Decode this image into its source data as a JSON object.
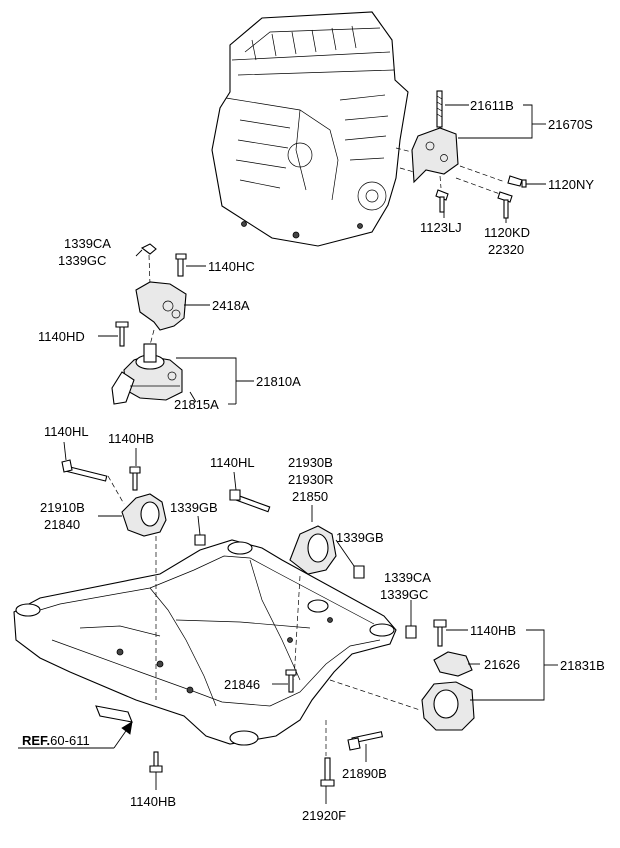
{
  "labels": {
    "p21611B": "21611B",
    "p21670S": "21670S",
    "p1120NY": "1120NY",
    "p1123LJ": "1123LJ",
    "p1120KD": "1120KD",
    "p22320": "22320",
    "p1339CA_top": "1339CA",
    "p1339GC_top": "1339GC",
    "p1140HC": "1140HC",
    "p2418A": "2418A",
    "p1140HD": "1140HD",
    "p21810A": "21810A",
    "p21815A": "21815A",
    "p1140HL_left": "1140HL",
    "p1140HB_left": "1140HB",
    "p1140HL_mid": "1140HL",
    "p21930B": "21930B",
    "p21930R": "21930R",
    "p21850": "21850",
    "p21910B": "21910B",
    "p21840": "21840",
    "p1339GB_left": "1339GB",
    "p1339GB_right": "1339GB",
    "p1339CA_right": "1339CA",
    "p1339GC_right": "1339GC",
    "p1140HB_right": "1140HB",
    "p21626": "21626",
    "p21831B": "21831B",
    "p21846": "21846",
    "p21890B": "21890B",
    "p1140HB_bottom": "1140HB",
    "p21920F": "21920F"
  },
  "reference": {
    "prefix": "REF.",
    "number": "60-611"
  }
}
